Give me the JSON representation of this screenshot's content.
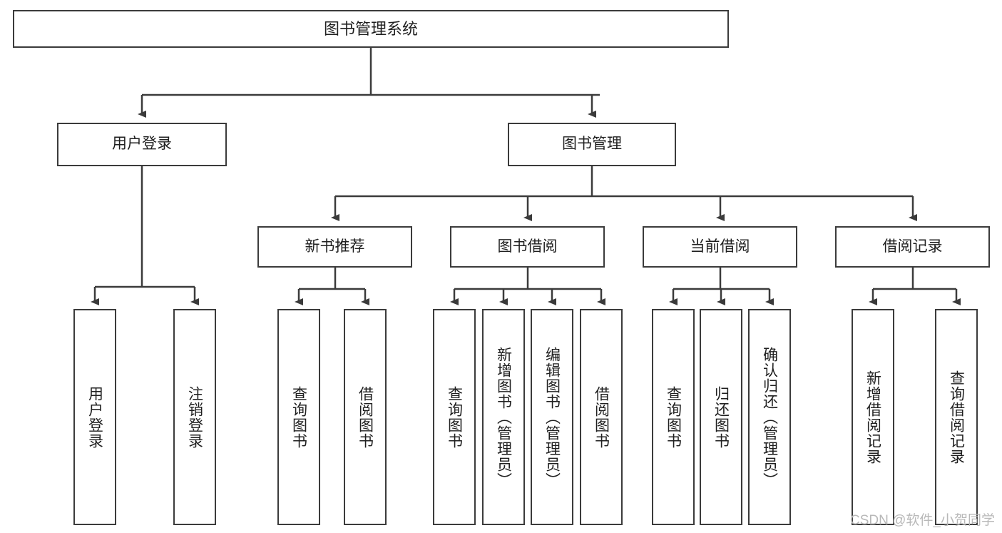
{
  "diagram": {
    "type": "hierarchy-tree",
    "title": "图书管理系统",
    "watermark": "CSDN @软件_小贺同学",
    "colors": {
      "box_border": "#3b3b3b",
      "box_fill": "#ffffff",
      "connector": "#3b3b3b",
      "text": "#1f1f1f",
      "watermark": "#b8b8b8",
      "background": "#ffffff"
    },
    "root": {
      "label": "图书管理系统"
    },
    "level1": [
      {
        "label": "用户登录"
      },
      {
        "label": "图书管理"
      }
    ],
    "level2": [
      {
        "label": "新书推荐"
      },
      {
        "label": "图书借阅"
      },
      {
        "label": "当前借阅"
      },
      {
        "label": "借阅记录"
      }
    ],
    "leaves": {
      "user_login": [
        {
          "label": "用户登录"
        },
        {
          "label": "注销登录"
        }
      ],
      "new_book_recommend": [
        {
          "label": "查询图书"
        },
        {
          "label": "借阅图书"
        }
      ],
      "book_borrow": [
        {
          "label": "查询图书"
        },
        {
          "label": "新增图书（管理员）"
        },
        {
          "label": "编辑图书（管理员）"
        },
        {
          "label": "借阅图书"
        }
      ],
      "current_borrow": [
        {
          "label": "查询图书"
        },
        {
          "label": "归还图书"
        },
        {
          "label": "确认归还（管理员）"
        }
      ],
      "borrow_record": [
        {
          "label": "新增借阅记录"
        },
        {
          "label": "查询借阅记录"
        }
      ]
    }
  }
}
